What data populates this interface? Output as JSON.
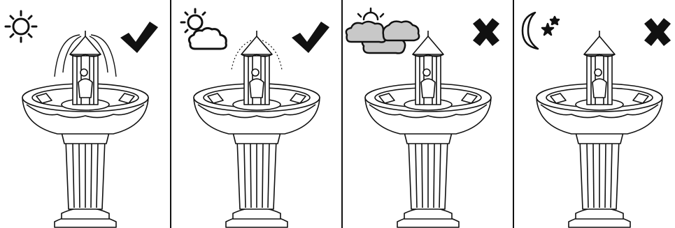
{
  "panels": [
    {
      "weather": "sun-icon",
      "status": "check-icon",
      "fountain_state": "full-spray"
    },
    {
      "weather": "sun-behind-cloud-icon",
      "status": "check-icon",
      "fountain_state": "light-spray"
    },
    {
      "weather": "cloudy-icon",
      "status": "cross-icon",
      "fountain_state": "off"
    },
    {
      "weather": "moon-stars-icon",
      "status": "cross-icon",
      "fountain_state": "off"
    }
  ],
  "colors": {
    "ink": "#111111",
    "cloud_fill": "#c8c8c8",
    "background": "#ffffff"
  }
}
